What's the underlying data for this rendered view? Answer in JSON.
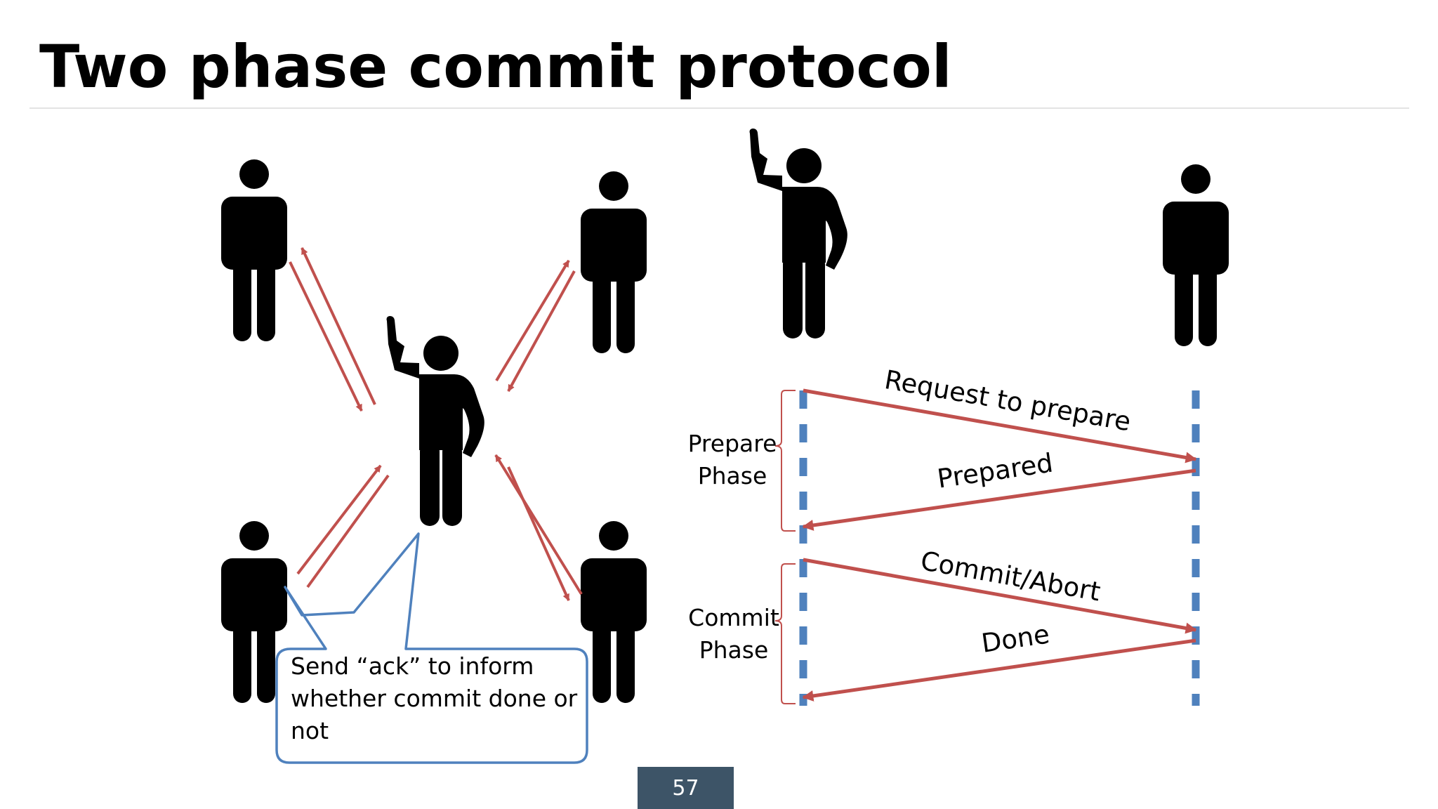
{
  "slide": {
    "title": "Two phase commit protocol",
    "page_number": "57"
  },
  "callout": {
    "text": "Send “ack” to inform whether commit done or not"
  },
  "timeline": {
    "phases": {
      "prepare_line1": "Prepare",
      "prepare_line2": "Phase",
      "commit_line1": "Commit",
      "commit_line2": "Phase"
    },
    "messages": {
      "request": "Request to prepare",
      "prepared": "Prepared",
      "commit_abort": "Commit/Abort",
      "done": "Done"
    }
  },
  "colors": {
    "arrow": "#c0504d",
    "lifeline": "#4f81bd",
    "callout_border": "#4f81bd",
    "page_number_bg": "#3d5467",
    "figure": "#000000"
  },
  "icons": {
    "participant": "person-icon",
    "coordinator": "person-raising-hand-icon"
  }
}
